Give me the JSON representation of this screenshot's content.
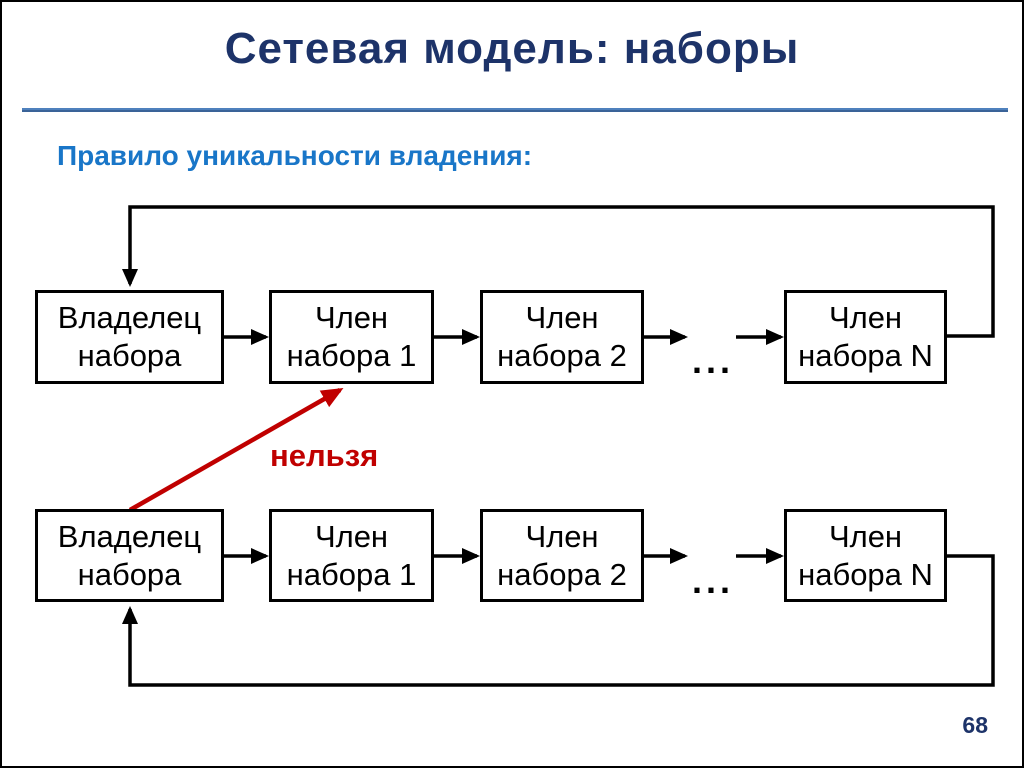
{
  "slide": {
    "title": "Сетевая модель: наборы",
    "subtitle": "Правило уникальности владения:",
    "page_number": "68"
  },
  "diagram": {
    "ellipsis": "...",
    "forbidden_label": "нельзя",
    "rows": [
      {
        "name": "top-set-chain",
        "boxes": [
          {
            "line1": "Владелец",
            "line2": "набора"
          },
          {
            "line1": "Член",
            "line2": "набора 1"
          },
          {
            "line1": "Член",
            "line2": "набора 2"
          },
          {
            "line1": "Член",
            "line2": "набора N"
          }
        ]
      },
      {
        "name": "bottom-set-chain",
        "boxes": [
          {
            "line1": "Владелец",
            "line2": "набора"
          },
          {
            "line1": "Член",
            "line2": "набора 1"
          },
          {
            "line1": "Член",
            "line2": "набора 2"
          },
          {
            "line1": "Член",
            "line2": "набора N"
          }
        ]
      }
    ]
  },
  "colors": {
    "title": "#1d3369",
    "subtitle": "#1976c8",
    "separator": "#4f81bd",
    "box_border": "#000000",
    "connector": "#000000",
    "forbidden": "#c00000",
    "page_number": "#1d3369"
  }
}
